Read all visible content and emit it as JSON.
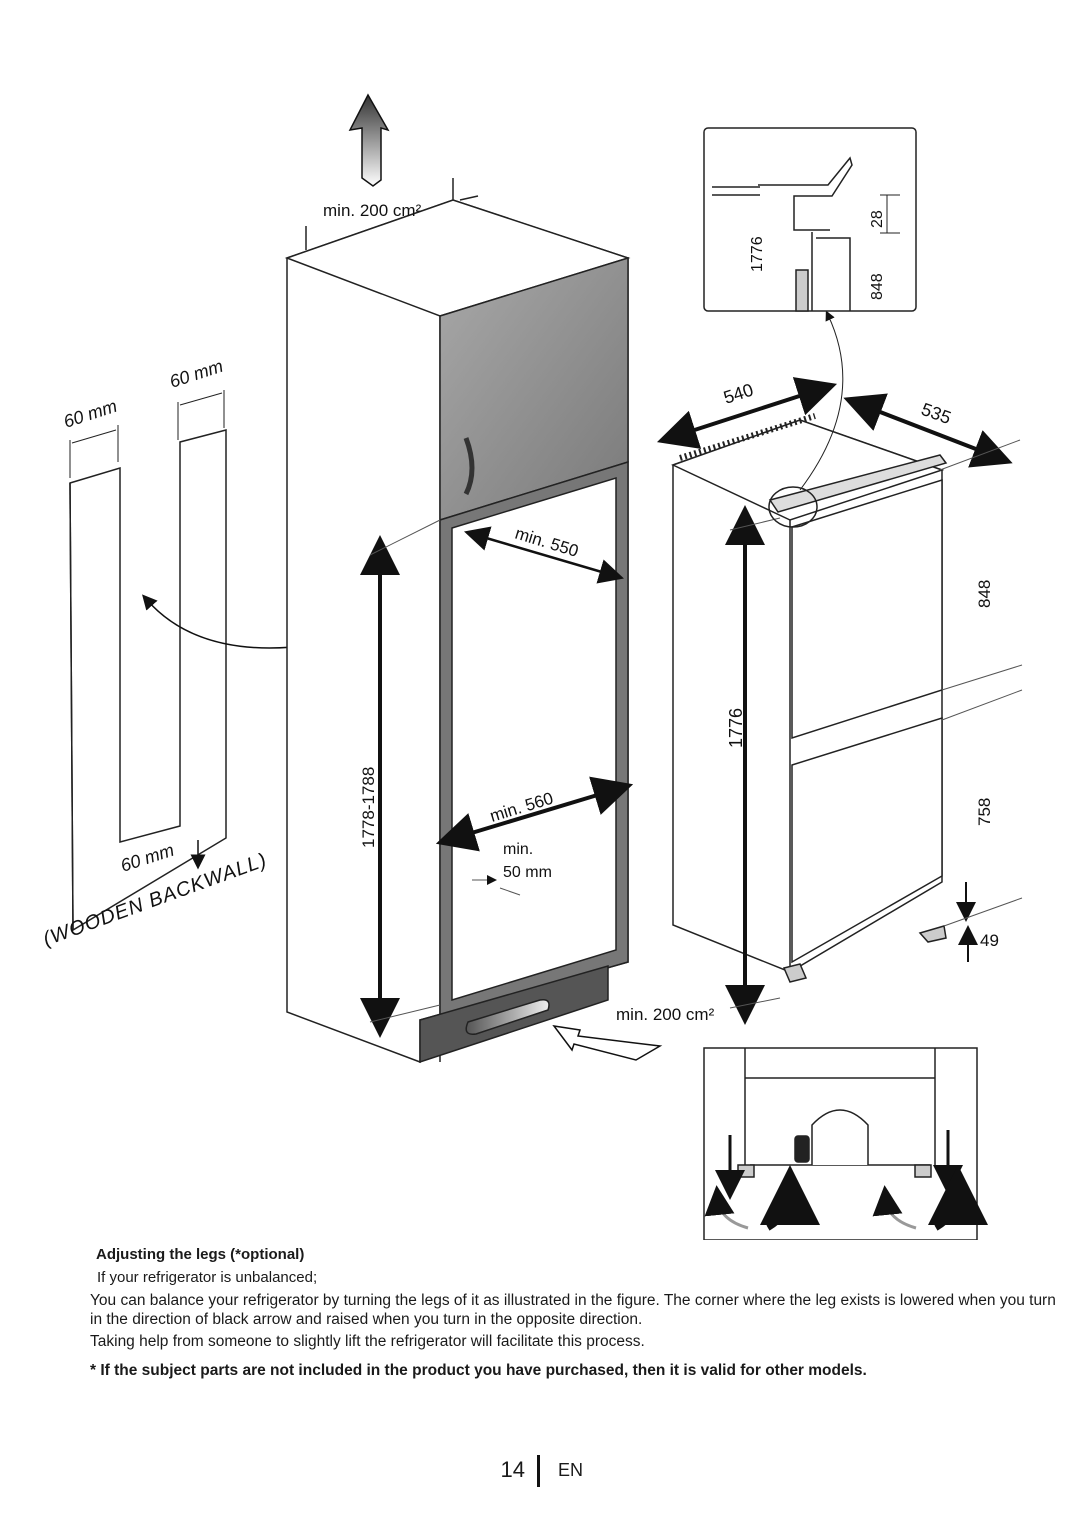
{
  "figure": {
    "vent_top_label": "min. 200 cm²",
    "vent_bottom_label": "min. 200 cm²",
    "backwall_label": "(WOODEN BACKWALL)",
    "backwall_width_top_left": "60 mm",
    "backwall_width_top_right": "60 mm",
    "backwall_width_bottom": "60 mm",
    "niche_height": "1778-1788",
    "niche_depth": "min. 550",
    "niche_width": "min. 560",
    "gap_label_line1": "min.",
    "gap_label_line2": "50 mm",
    "fridge_width": "540",
    "fridge_depth": "535",
    "fridge_height": "1776",
    "upper_door_height": "848",
    "lower_door_height": "758",
    "foot_height": "49",
    "detail_height": "1776",
    "detail_gap": "28",
    "detail_door": "848"
  },
  "content": {
    "heading": "Adjusting the legs (*optional)",
    "intro": "If your refrigerator is unbalanced;",
    "paragraph1": "You can balance your refrigerator by turning the legs of it as illustrated in the figure. The corner where the leg exists is lowered when you turn in the direction of black arrow and raised when you turn in the opposite direction.",
    "paragraph2": "Taking help from someone to slightly lift the refrigerator will facilitate this process.",
    "note": "* If the subject parts are not included in the product you have purchased, then it is valid for other models."
  },
  "footer": {
    "page_number": "14",
    "language": "EN"
  }
}
